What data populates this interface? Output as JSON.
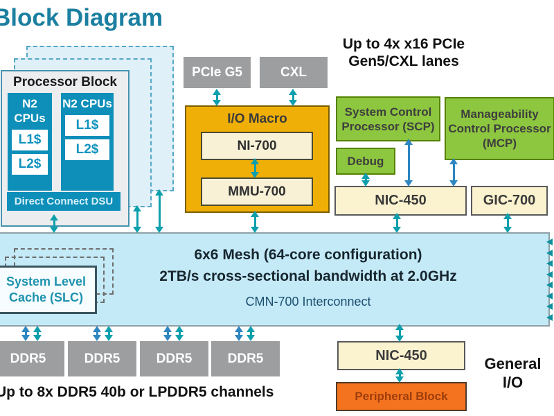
{
  "title": "Block Diagram",
  "processor_block": {
    "label": "Processor Block",
    "clusters": [
      {
        "name": "N2 CPUs",
        "l1": "L1$",
        "l2": "L2$"
      },
      {
        "name": "N2 CPUs",
        "l1": "L1$",
        "l2": "L2$"
      }
    ],
    "dsu": "Direct Connect DSU"
  },
  "io": {
    "pcie": "PCIe G5",
    "cxl": "CXL",
    "macro": "I/O Macro",
    "ni": "NI-700",
    "mmu": "MMU-700"
  },
  "control": {
    "scp": "System Control Processor (SCP)",
    "mcp": "Manageability Control Processor (MCP)",
    "debug": "Debug",
    "nic": "NIC-450",
    "gic": "GIC-700"
  },
  "mesh": {
    "line1": "6x6 Mesh (64-core configuration)",
    "line2": "2TB/s cross-sectional bandwidth at 2.0GHz",
    "line3": "CMN-700 Interconnect",
    "slc": "System Level Cache (SLC)"
  },
  "memory": {
    "channels": [
      "DDR5",
      "DDR5",
      "DDR5",
      "DDR5"
    ]
  },
  "south": {
    "nic": "NIC-450",
    "peripheral": "Peripheral Block"
  },
  "notes": {
    "pcie": "Up to 4x x16 PCIe Gen5/CXL lanes",
    "ddr": "Up to 8x DDR5 40b or LPDDR5 channels",
    "general_io": "General I/O"
  },
  "colors": {
    "title_teal": "#1B7FA0",
    "cpu_teal": "#0E8FBA",
    "mesh_blue_fill": "#C4EAF8",
    "io_gold": "#EFAF06",
    "control_green": "#8DC63F",
    "cream": "#F8F1D6",
    "block_gray": "#9C9EA0",
    "peripheral_orange": "#F4731F",
    "arrow_teal": "#0E9FAD",
    "arrow_blue": "#2E86C1"
  }
}
